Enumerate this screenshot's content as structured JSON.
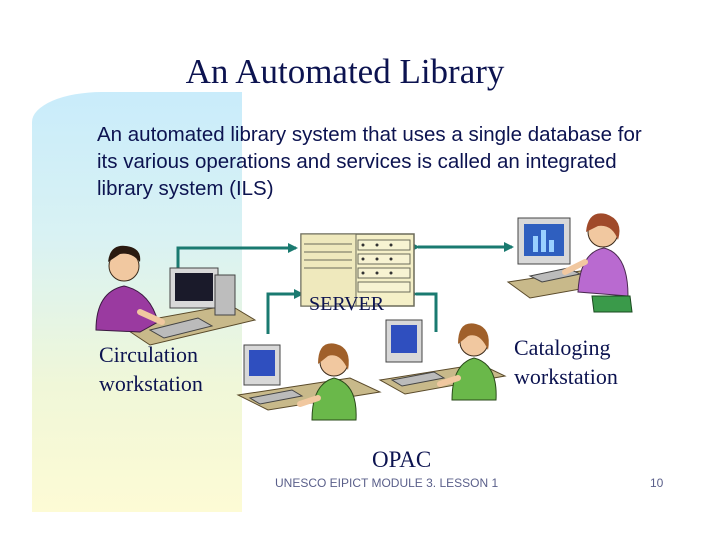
{
  "slide": {
    "title": "An Automated Library",
    "body": "An automated library system that uses a single database for its various operations and services is called an integrated library system (ILS)",
    "footer_text": "UNESCO EIPICT MODULE 3. LESSON 1",
    "page_number": "10"
  },
  "diagram": {
    "server_label": "SERVER",
    "circulation_label_line1": "Circulation",
    "circulation_label_line2": "workstation",
    "cataloging_label_line1": "Cataloging",
    "cataloging_label_line2": "workstation",
    "opac_label": "OPAC"
  },
  "colors": {
    "text": "#0c1350",
    "connector": "#1a7a70",
    "gradient_top": "#c9ecfb",
    "gradient_bottom": "#fdfbd5"
  }
}
